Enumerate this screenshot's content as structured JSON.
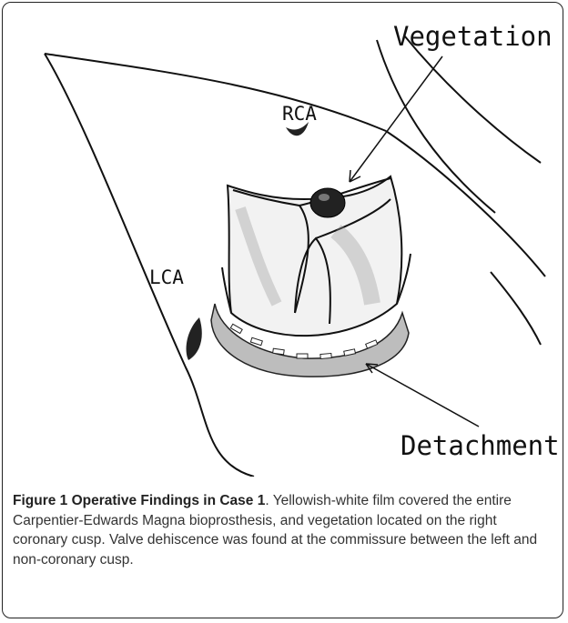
{
  "figure": {
    "labels": {
      "vegetation": "Vegetation",
      "rca": "RCA",
      "lca": "LCA",
      "detachment": "Detachment"
    },
    "caption": {
      "title": "Figure 1 Operative Findings in Case 1",
      "text": ". Yellowish-white film covered the entire Carpentier-Edwards Magna bioprosthesis, and vegetation located on the right coronary cusp. Valve dehiscence was found at the commissure between the left and non-coronary cusp."
    }
  }
}
